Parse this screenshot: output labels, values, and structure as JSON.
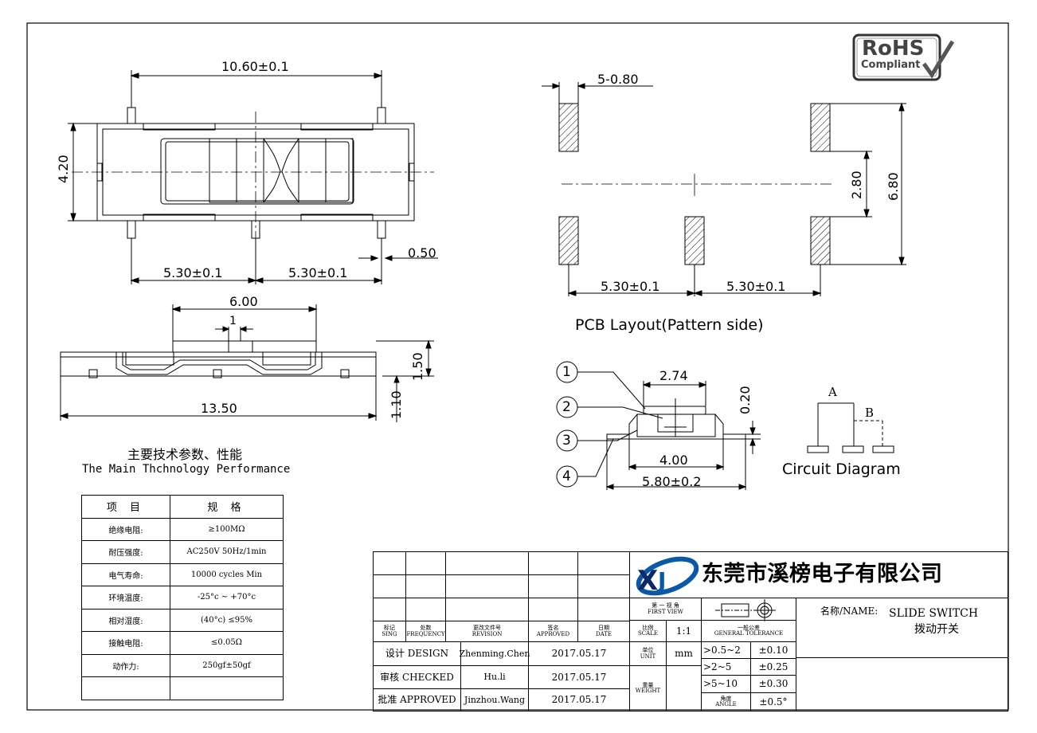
{
  "dimensions": {
    "top_width": "10.60±0.1",
    "top_height": "4.20",
    "top_half_left": "5.30±0.1",
    "top_half_right": "5.30±0.1",
    "top_pin": "0.50",
    "side_knob": "6.00",
    "side_step": "1",
    "side_height": "1.50",
    "side_length": "13.50",
    "side_leg": "1.10",
    "pcb_pad_width": "5-0.80",
    "pcb_inner": "2.80",
    "pcb_outer": "6.80",
    "pcb_half_left": "5.30±0.1",
    "pcb_half_right": "5.30±0.1",
    "section_top": "2.74",
    "section_gap": "0.20",
    "section_mid": "4.00",
    "section_total": "5.80±0.2"
  },
  "labels": {
    "pcb_layout": "PCB Layout(Pattern side)",
    "circuit_diagram": "Circuit Diagram",
    "circuit_a": "A",
    "circuit_b": "B",
    "callout_1": "1",
    "callout_2": "2",
    "callout_3": "3",
    "callout_4": "4"
  },
  "logo": {
    "rohs_text": "RoHS",
    "compliant_text": "Compliant"
  },
  "performance": {
    "title_cn": "主要技术参数、性能",
    "title_en": "The Main Thchnology Performance",
    "header_item": "项 目",
    "header_spec": "规 格",
    "rows": [
      {
        "item": "绝缘电阻:",
        "spec": "≥100MΩ"
      },
      {
        "item": "耐压强度:",
        "spec": "AC250V  50Hz/1min"
      },
      {
        "item": "电气寿命:",
        "spec": "10000 cycles Min"
      },
      {
        "item": "环境温度:",
        "spec": "-25°c ~ +70°c"
      },
      {
        "item": "相对湿度:",
        "spec": "(40°c) ≤95%"
      },
      {
        "item": "接触电阻:",
        "spec": "≤0.05Ω"
      },
      {
        "item": "动作力:",
        "spec": "250gf±50gf"
      },
      {
        "item": "",
        "spec": ""
      }
    ]
  },
  "title_block": {
    "company": "东莞市溪榜电子有限公司",
    "headers": {
      "mark": "标记",
      "mark_en": "SING",
      "count": "处数",
      "count_en": "FREQUENCY",
      "revision": "更改文件号",
      "revision_en": "REVISION",
      "approved": "签名",
      "approved_en": "APPROVED",
      "date": "日期",
      "date_en": "DATE"
    },
    "design_label": "设计 DESIGN",
    "checked_label": "审核 CHECKED",
    "approved_label": "批准 APPROVED",
    "design_name": "Zhenming.Chen",
    "checked_name": "Hu.li",
    "approved_name": "Jinzhou.Wang",
    "design_date": "2017.05.17",
    "checked_date": "2017.05.17",
    "approved_date": "2017.05.17",
    "first_view_cn": "第 一 视 角",
    "first_view_en": "FIRST VIEW",
    "scale_cn": "比例",
    "scale_en": "SCALE",
    "scale_value": "1:1",
    "general_tolerance_cn": "一般公差",
    "general_tolerance_en": "GENERAL TOLERANCE",
    "unit_cn": "单位",
    "unit_en": "UNIT",
    "unit_value": "mm",
    "weight_cn": "重量",
    "weight_en": "WEIGHT",
    "angle_cn": "角度",
    "angle_en": "ANGLE",
    "tolerances": [
      {
        "range": ">0.5~2",
        "value": "±0.10"
      },
      {
        "range": ">2~5",
        "value": "±0.25"
      },
      {
        "range": ">5~10",
        "value": "±0.30"
      },
      {
        "range": "",
        "value": "±0.5°"
      }
    ],
    "name_label": "名称/NAME:",
    "name_en": "SLIDE SWITCH",
    "name_cn": "拨动开关"
  }
}
